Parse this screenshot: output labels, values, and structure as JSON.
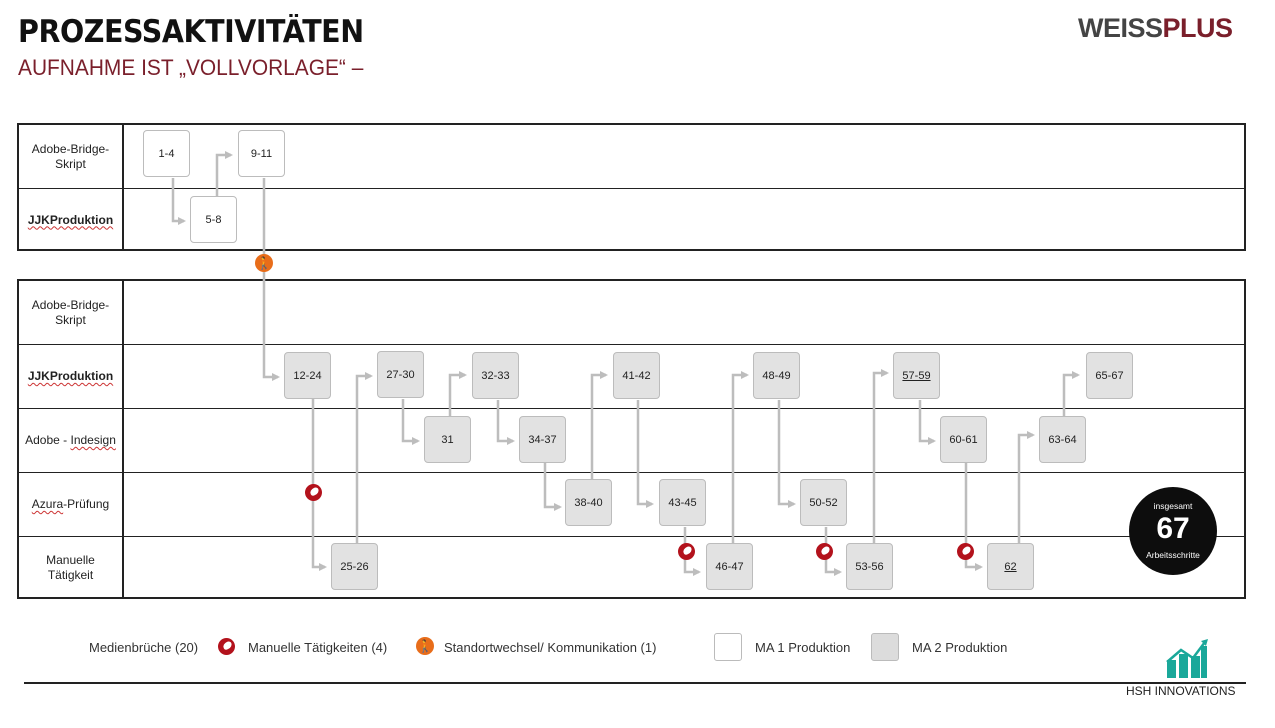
{
  "header": {
    "title": "PROZESSAKTIVITÄTEN",
    "subtitle": "AUFNAHME IST „VOLLVORLAGE“ –",
    "logo_part1": "WEISS",
    "logo_part2": "PLUS"
  },
  "colors": {
    "title": "#111111",
    "subtitle": "#7a1f2b",
    "logo_gray": "#444444",
    "logo_red": "#7a1f2b",
    "box_ma1": "#ffffff",
    "box_ma2": "#e2e2e2",
    "connector": "#bdbdbd",
    "media_break_icon": "#b3121c",
    "location_change_icon": "#e86d1a",
    "hsh_logo": "#1aa89a"
  },
  "swimlane1": {
    "lanes": [
      {
        "label_line1": "Adobe-Bridge-",
        "label_line2": "Skript"
      },
      {
        "label": "JJKProduktion"
      }
    ],
    "boxes": [
      {
        "label": "1-4",
        "lane": "Adobe-Bridge-Skript",
        "type": "MA1"
      },
      {
        "label": "5-8",
        "lane": "JJKProduktion",
        "type": "MA1"
      },
      {
        "label": "9-11",
        "lane": "Adobe-Bridge-Skript",
        "type": "MA1"
      }
    ]
  },
  "swimlane2": {
    "lanes": [
      {
        "label_line1": "Adobe-Bridge-",
        "label_line2": "Skript"
      },
      {
        "label": "JJKProduktion"
      },
      {
        "label_a": "Adobe - ",
        "label_b": "Indesign"
      },
      {
        "label_a": "Azura",
        "label_b": "-Prüfung"
      },
      {
        "label_line1": "Manuelle",
        "label_line2": "Tätigkeit"
      }
    ],
    "boxes": [
      {
        "label": "12-24",
        "lane": "JJKProduktion"
      },
      {
        "label": "25-26",
        "lane": "Manuelle Tätigkeit"
      },
      {
        "label": "27-30",
        "lane": "JJKProduktion"
      },
      {
        "label": "31",
        "lane": "Adobe - Indesign"
      },
      {
        "label": "32-33",
        "lane": "JJKProduktion"
      },
      {
        "label": "34-37",
        "lane": "Adobe - Indesign"
      },
      {
        "label": "38-40",
        "lane": "Azura-Prüfung"
      },
      {
        "label": "41-42",
        "lane": "JJKProduktion"
      },
      {
        "label": "43-45",
        "lane": "Azura-Prüfung"
      },
      {
        "label": "46-47",
        "lane": "Manuelle Tätigkeit"
      },
      {
        "label": "48-49",
        "lane": "JJKProduktion"
      },
      {
        "label": "50-52",
        "lane": "Azura-Prüfung"
      },
      {
        "label": "53-56",
        "lane": "Manuelle Tätigkeit"
      },
      {
        "label": "57-59",
        "lane": "JJKProduktion",
        "underlined": true
      },
      {
        "label": "60-61",
        "lane": "Adobe - Indesign"
      },
      {
        "label": "62",
        "lane": "Manuelle Tätigkeit",
        "underlined": true
      },
      {
        "label": "63-64",
        "lane": "Adobe - Indesign"
      },
      {
        "label": "65-67",
        "lane": "JJKProduktion"
      }
    ]
  },
  "total": {
    "top_label": "insgesamt",
    "value": "67",
    "bottom_label": "Arbeitsschritte"
  },
  "legend": {
    "media_breaks": "Medienbrüche (20)",
    "manual_tasks": "Manuelle Tätigkeiten (4)",
    "location_change": "Standortwechsel/ Kommunikation (1)",
    "ma1": "MA 1 Produktion",
    "ma2": "MA 2 Produktion"
  },
  "footer": {
    "company": "HSH INNOVATIONS"
  }
}
